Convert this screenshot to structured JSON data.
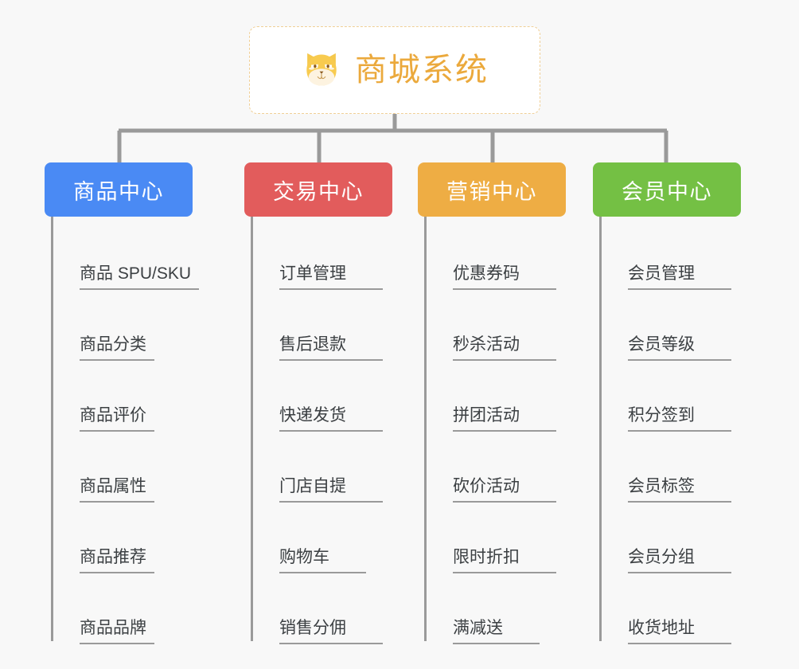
{
  "diagram": {
    "title": "商城系统",
    "icon": "shiba-dog-face-icon",
    "background_color": "#f8f8f8",
    "title_color": "#eba93c",
    "root_border_color": "#f0cf96",
    "connector_color": "#9a9a9a",
    "branches": [
      {
        "label": "商品中心",
        "color": "#4a8af4",
        "items": [
          "商品 SPU/SKU",
          "商品分类",
          "商品评价",
          "商品属性",
          "商品推荐",
          "商品品牌"
        ]
      },
      {
        "label": "交易中心",
        "color": "#e25c5c",
        "items": [
          "订单管理",
          "售后退款",
          "快递发货",
          "门店自提",
          "购物车",
          "销售分佣"
        ]
      },
      {
        "label": "营销中心",
        "color": "#eead44",
        "items": [
          "优惠券码",
          "秒杀活动",
          "拼团活动",
          "砍价活动",
          "限时折扣",
          "满减送"
        ]
      },
      {
        "label": "会员中心",
        "color": "#74c044",
        "items": [
          "会员管理",
          "会员等级",
          "积分签到",
          "会员标签",
          "会员分组",
          "收货地址"
        ]
      }
    ]
  }
}
